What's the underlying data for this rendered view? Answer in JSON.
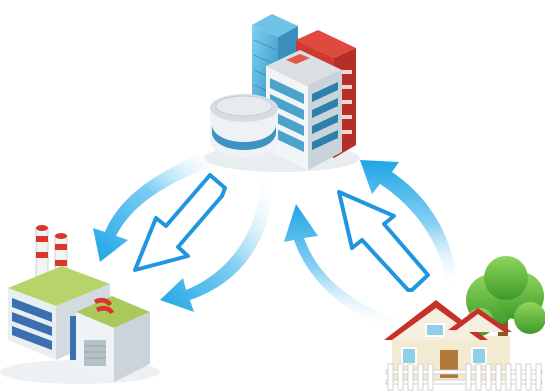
{
  "illustration": {
    "nodes": [
      {
        "id": "office",
        "icon": "office-building-icon"
      },
      {
        "id": "factory",
        "icon": "factory-icon"
      },
      {
        "id": "house",
        "icon": "house-icon"
      }
    ],
    "flows": [
      {
        "from": "office",
        "to": "factory",
        "style": "curved-sweep"
      },
      {
        "from": "office",
        "to": "factory",
        "style": "outlined-arrow"
      },
      {
        "from": "house",
        "to": "office",
        "style": "curved-sweep"
      },
      {
        "from": "house",
        "to": "office",
        "style": "outlined-arrow"
      }
    ],
    "colors": {
      "arrow_blue": "#1ea5e6",
      "arrow_outline": "#2196e0",
      "building_blue": "#4aa3c8",
      "building_red": "#d23a30",
      "factory_green": "#a9c95a",
      "roof_red": "#c8302a",
      "tree_green": "#5cb83a"
    }
  }
}
